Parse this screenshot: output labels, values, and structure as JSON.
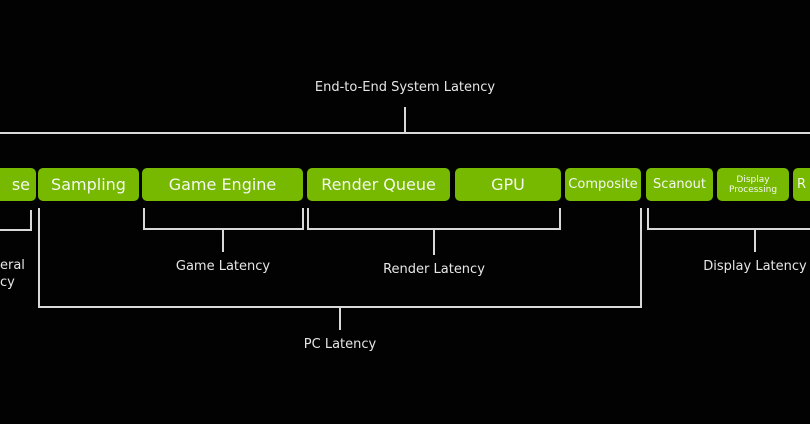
{
  "diagram": {
    "top_label": "End-to-End System Latency",
    "blocks": {
      "mouse_partial": "se",
      "sampling": "Sampling",
      "game_engine": "Game Engine",
      "render_queue": "Render Queue",
      "gpu": "GPU",
      "composite": "Composite",
      "scanout": "Scanout",
      "display_processing": "Display Processing",
      "right_partial": "R"
    },
    "groups": {
      "peripheral_partial_1": "eral",
      "peripheral_partial_2": "cy",
      "game_latency": "Game Latency",
      "render_latency": "Render Latency",
      "display_latency": "Display Latency",
      "pc_latency": "PC Latency"
    },
    "colors": {
      "block_green": "#76b900",
      "line": "#d9d9d9",
      "background": "#000000"
    }
  }
}
